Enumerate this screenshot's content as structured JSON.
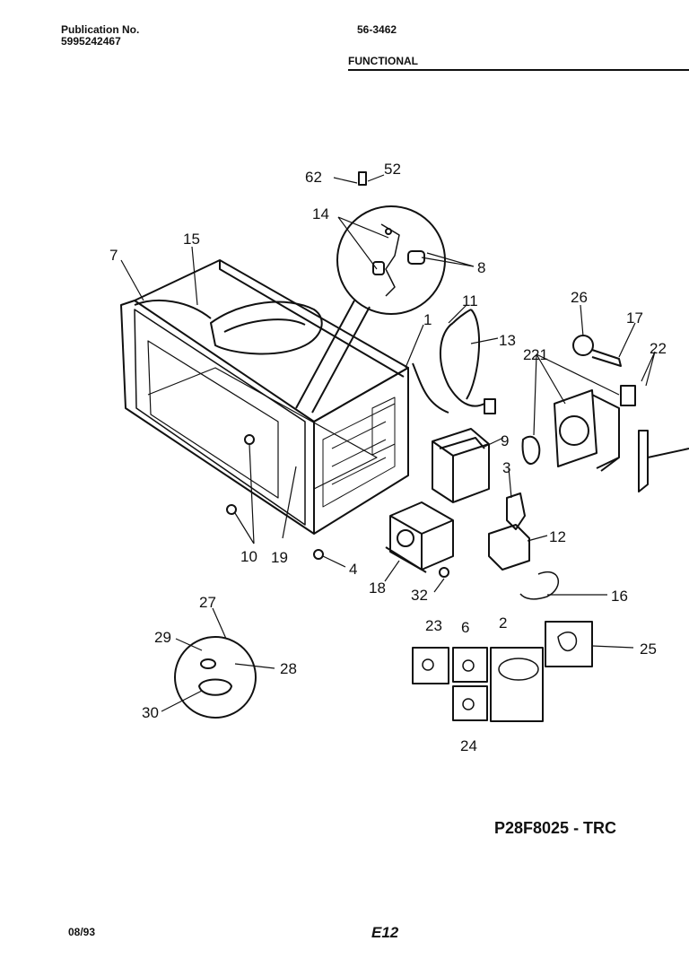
{
  "header": {
    "publication_label": "Publication No.",
    "publication_number": "5995242467",
    "model": "56-3462",
    "section": "FUNCTIONAL"
  },
  "parts": [
    {
      "label": "1"
    },
    {
      "label": "2"
    },
    {
      "label": "2"
    },
    {
      "label": "3"
    },
    {
      "label": "4"
    },
    {
      "label": "6"
    },
    {
      "label": "7"
    },
    {
      "label": "8"
    },
    {
      "label": "9"
    },
    {
      "label": "10"
    },
    {
      "label": "11"
    },
    {
      "label": "12"
    },
    {
      "label": "13"
    },
    {
      "label": "14"
    },
    {
      "label": "15"
    },
    {
      "label": "16"
    },
    {
      "label": "17"
    },
    {
      "label": "18"
    },
    {
      "label": "19"
    },
    {
      "label": "21"
    },
    {
      "label": "22"
    },
    {
      "label": "23"
    },
    {
      "label": "24"
    },
    {
      "label": "25"
    },
    {
      "label": "26"
    },
    {
      "label": "27"
    },
    {
      "label": "28"
    },
    {
      "label": "29"
    },
    {
      "label": "30"
    },
    {
      "label": "32"
    },
    {
      "label": "52"
    },
    {
      "label": "62"
    }
  ],
  "diagram_number": "P28F8025 - TRC",
  "footer": {
    "date": "08/93",
    "page": "E12"
  }
}
